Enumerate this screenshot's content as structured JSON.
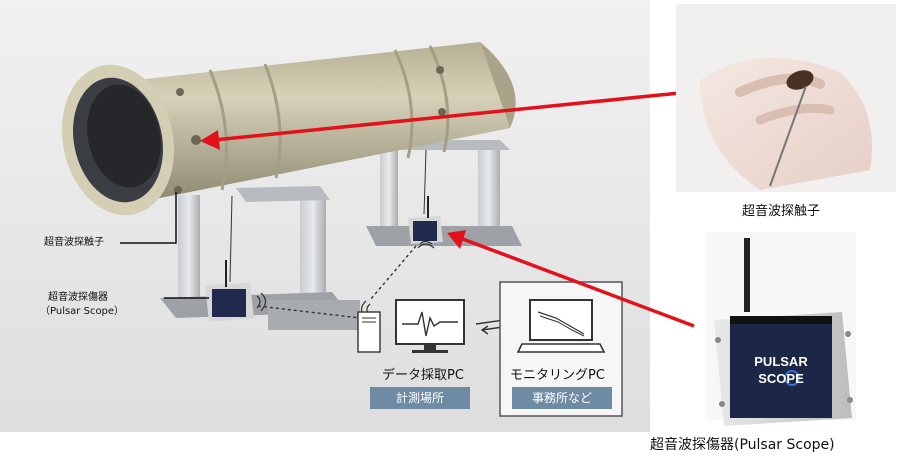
{
  "labels": {
    "transducer_left": "超音波探触子",
    "device_left_line1": "超音波探傷器",
    "device_left_line2": "（Pulsar Scope）",
    "pc_collect": "データ採取PC",
    "pc_monitor": "モニタリングPC",
    "tag_measure": "計測場所",
    "tag_office": "事務所など",
    "photo_transducer": "超音波探触子",
    "photo_device": "超音波探傷器(Pulsar Scope)"
  },
  "device_brand": {
    "line1": "PULSAR",
    "line2": "SCOPE"
  },
  "colors": {
    "arrow": "#e3111b",
    "tag_bg": "#6f8aa3",
    "pipe": "#c9c3a5",
    "background": "#e9e9e9"
  }
}
